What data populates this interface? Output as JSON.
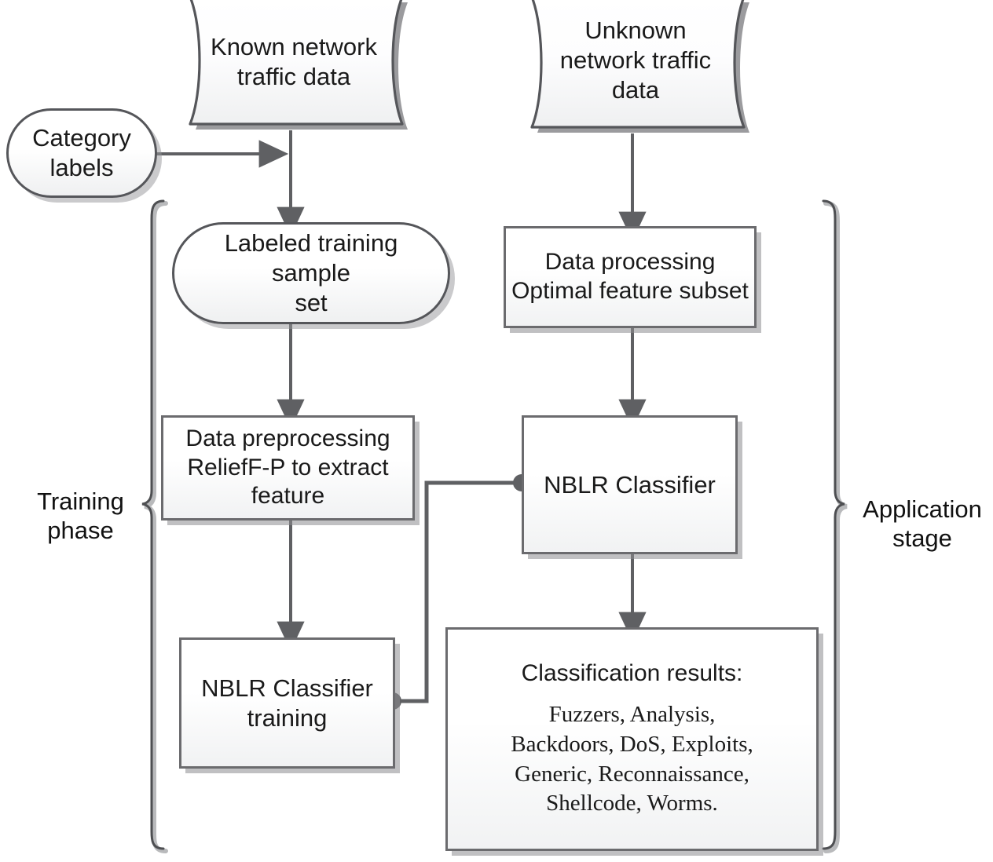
{
  "diagram": {
    "title": "NBLR intrusion detection framework flowchart",
    "colors": {
      "node_border": "#6b6b6e",
      "node_border_soft": "#55565a",
      "edge": "#5f6063",
      "text": "#1a1a1a",
      "background": "#ffffff",
      "shadow": "#8c8c8f"
    },
    "phase_labels": {
      "left": "Training\nphase",
      "left_line1": "Training",
      "left_line2": "phase",
      "right_line1": "Application",
      "right_line2": "stage"
    },
    "nodes": [
      {
        "id": "known-data",
        "shape": "document",
        "line1": "Known network",
        "line2": "traffic data"
      },
      {
        "id": "unknown-data",
        "shape": "document",
        "line1": "Unknown",
        "line2": "network traffic",
        "line3": "data"
      },
      {
        "id": "category-labels",
        "shape": "stadium",
        "line1": "Category",
        "line2": "labels"
      },
      {
        "id": "labeled-training-set",
        "shape": "stadium",
        "line1": "Labeled training sample",
        "line2": "set"
      },
      {
        "id": "data-processing",
        "shape": "rect",
        "line1": "Data processing",
        "line2": "Optimal feature subset"
      },
      {
        "id": "data-preprocessing",
        "shape": "rect",
        "line1": "Data preprocessing",
        "line2": "ReliefF-P to extract",
        "line3": "feature"
      },
      {
        "id": "nblr-classifier",
        "shape": "rect",
        "line1": "NBLR Classifier"
      },
      {
        "id": "nblr-classifier-training",
        "shape": "rect",
        "line1": "NBLR Classifier",
        "line2": "training"
      },
      {
        "id": "classification-results",
        "shape": "rect",
        "title": "Classification results:",
        "line1": "Fuzzers, Analysis,",
        "line2": "Backdoors, DoS, Exploits,",
        "line3": "Generic, Reconnaissance,",
        "line4": "Shellcode, Worms.",
        "categories": [
          "Fuzzers",
          "Analysis",
          "Backdoors",
          "DoS",
          "Exploits",
          "Generic",
          "Reconnaissance",
          "Shellcode",
          "Worms"
        ]
      }
    ],
    "edges": [
      {
        "from": "category-labels",
        "to": "known-data",
        "style": "arrow"
      },
      {
        "from": "known-data",
        "to": "labeled-training-set",
        "style": "arrow"
      },
      {
        "from": "labeled-training-set",
        "to": "data-preprocessing",
        "style": "arrow"
      },
      {
        "from": "data-preprocessing",
        "to": "nblr-classifier-training",
        "style": "arrow"
      },
      {
        "from": "unknown-data",
        "to": "data-processing",
        "style": "arrow"
      },
      {
        "from": "data-processing",
        "to": "nblr-classifier",
        "style": "arrow"
      },
      {
        "from": "nblr-classifier",
        "to": "classification-results",
        "style": "arrow"
      },
      {
        "from": "nblr-classifier-training",
        "to": "nblr-classifier",
        "style": "association-dot"
      }
    ]
  }
}
